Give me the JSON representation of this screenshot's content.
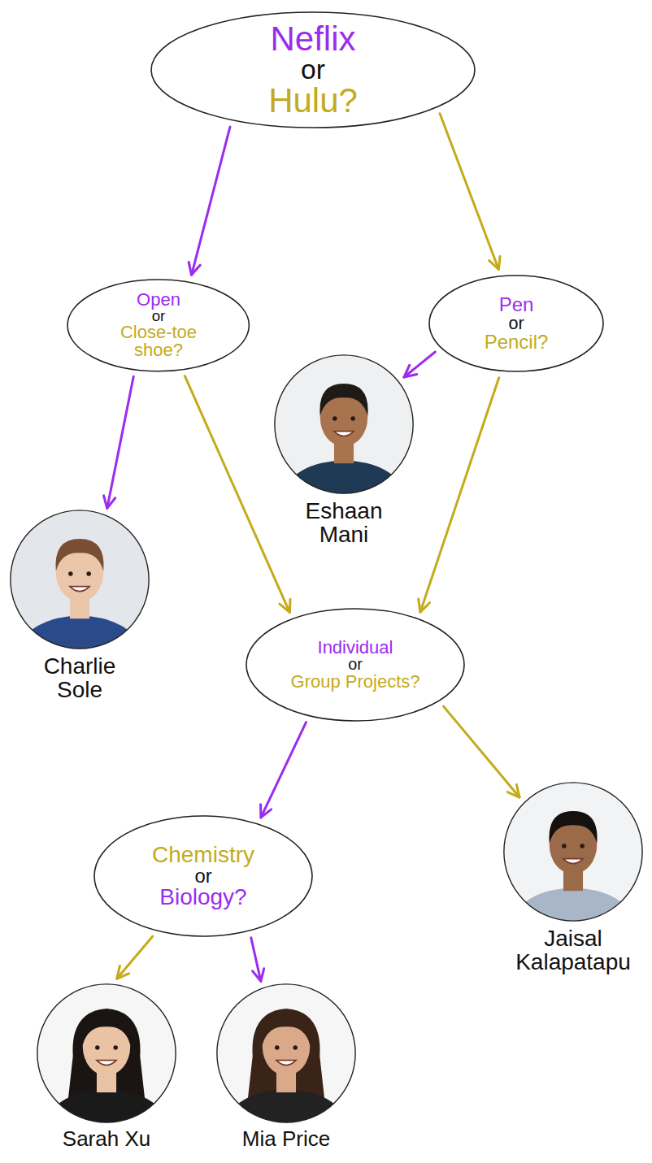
{
  "diagram": {
    "nodes": [
      {
        "text": [
          "Neflix or Hulu?"
        ]
      },
      {
        "text": [
          "Open or Close-toe shoe?"
        ]
      },
      {
        "text": [
          "Pen or Pencil?"
        ]
      },
      {
        "text": [
          "Eshaan Mani"
        ]
      },
      {
        "text": [
          "Charlie Sole"
        ]
      },
      {
        "text": [
          "Individual or Group Projects?"
        ]
      },
      {
        "text": [
          "Chemistry or Biology?"
        ]
      },
      {
        "text": [
          "Jaisal Kalapatapu"
        ]
      },
      {
        "text": [
          "Sarah Xu"
        ]
      },
      {
        "text": [
          "Mia Price"
        ]
      }
    ],
    "edges": [
      {
        "from": 0,
        "to": 1,
        "arrow": "to"
      },
      {
        "from": 0,
        "to": 2,
        "arrow": "to"
      },
      {
        "from": 1,
        "to": 4,
        "arrow": "to"
      },
      {
        "from": 1,
        "to": 5,
        "arrow": "to"
      },
      {
        "from": 2,
        "to": 3,
        "arrow": "to"
      },
      {
        "from": 2,
        "to": 5,
        "arrow": "to"
      },
      {
        "from": 5,
        "to": 6,
        "arrow": "to"
      },
      {
        "from": 5,
        "to": 7,
        "arrow": "to"
      },
      {
        "from": 6,
        "to": 8,
        "arrow": "to"
      },
      {
        "from": 6,
        "to": 9,
        "arrow": "to"
      }
    ]
  }
}
